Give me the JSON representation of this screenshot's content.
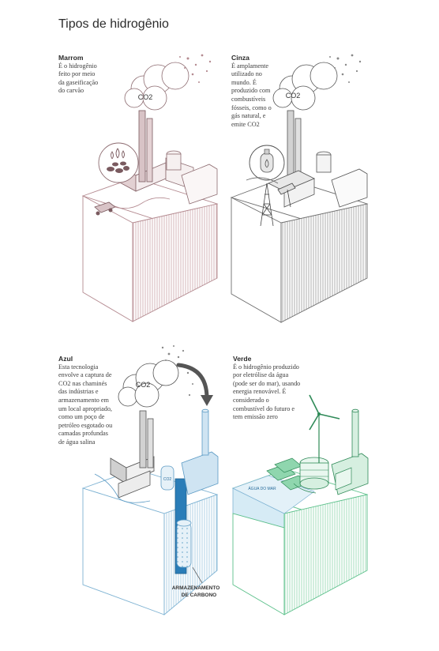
{
  "title": "Tipos de hidrogênio",
  "panels": {
    "marrom": {
      "heading": "Marrom",
      "lines": [
        "É o hidrogênio",
        "feito por meio",
        "da gaseificação",
        "do carvão"
      ],
      "color": "#b48a90"
    },
    "cinza": {
      "heading": "Cinza",
      "lines": [
        "É amplamente",
        "utilizado no",
        "mundo. É",
        "produzido com",
        "combustíveis",
        "fósseis, como o",
        "gás natural, e",
        "emite CO2"
      ],
      "color": "#6e6e6e"
    },
    "azul": {
      "heading": "Azul",
      "lines": [
        "Esta tecnologia",
        "envolve a captura de",
        "CO2 nas chaminés",
        "das indústrias e",
        "armazenamento em",
        "um local apropriado,",
        "como um poço de",
        "petróleo esgotado ou",
        "camadas profundas",
        "de água salina"
      ],
      "color": "#7fb3d3"
    },
    "verde": {
      "heading": "Verde",
      "lines": [
        "É o hidrogênio produzido",
        "por eletrólise da água",
        "(pode ser do mar), usando",
        "energia renovável. É",
        "considerado o",
        "combustível do futuro e",
        "tem emissão zero"
      ],
      "color": "#5bc08a"
    }
  },
  "labels": {
    "co2": "CO2",
    "co2_small": "CO2",
    "agua_do_mar": "ÁGUA DO MAR",
    "armazenamento_line1": "ARMAZENAMENTO",
    "armazenamento_line2": "DE CARBONO"
  }
}
